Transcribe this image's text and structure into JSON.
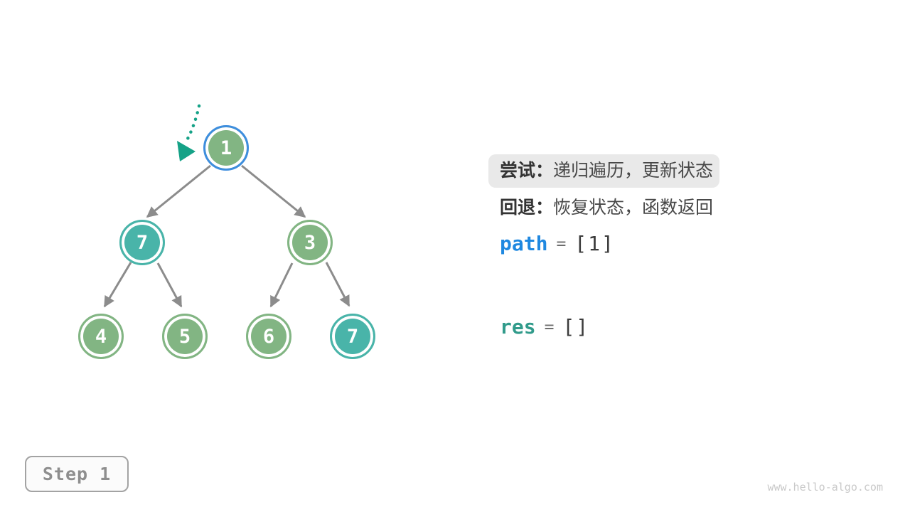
{
  "tree": {
    "nodes": [
      {
        "label": "1",
        "color": "green",
        "active": true
      },
      {
        "label": "7",
        "color": "teal",
        "active": false
      },
      {
        "label": "3",
        "color": "green",
        "active": false
      },
      {
        "label": "4",
        "color": "green",
        "active": false
      },
      {
        "label": "5",
        "color": "green",
        "active": false
      },
      {
        "label": "6",
        "color": "green",
        "active": false
      },
      {
        "label": "7",
        "color": "teal",
        "active": false
      }
    ]
  },
  "panel": {
    "try_label": "尝试：",
    "try_text": "递归遍历，更新状态",
    "back_label": "回退：",
    "back_text": "恢复状态，函数返回",
    "path_var": "path",
    "path_eq": "=",
    "path_value": "[1]",
    "res_var": "res",
    "res_eq": "=",
    "res_value": "[]"
  },
  "step": {
    "label": "Step 1"
  },
  "watermark": "www.hello-algo.com",
  "colors": {
    "node_green": "#82b583",
    "node_teal": "#49b4a9",
    "active_blue": "#3e8ede",
    "edge_gray": "#8c8c8c",
    "arrow_teal": "#15a287",
    "path_blue": "#1f88e0",
    "res_teal": "#319b8b"
  }
}
